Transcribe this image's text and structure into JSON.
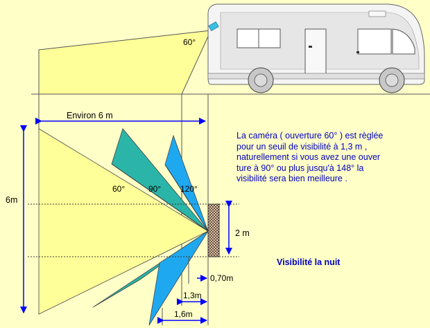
{
  "labels": {
    "top_angle": "60°",
    "distance": "Environ 6 m",
    "width": "6m",
    "angle_60": "60°",
    "angle_90": "90°",
    "angle_120": "120°",
    "obstacle_height": "2 m",
    "offset_070": "0,70m",
    "offset_13": "1,3m",
    "offset_16": "1,6m"
  },
  "caption": {
    "text": "La caméra ( ouverture 60° ) est règlée\npour un seuil de visibilité à 1,3 m ,\nnaturellement si vous avez une ouver\nture à 90° ou plus jusqu'à 148° la\n visibilité sera bien meilleure ."
  },
  "night_title": "Visibilité la nuit",
  "colors": {
    "background": "#ffffc8",
    "yellow_cone": "#ffff99",
    "teal_cone": "#2ab5a8",
    "blue_cone": "#1ea8f0",
    "arrow_blue": "#0000ff",
    "text_blue": "#0000c0",
    "vehicle_body": "#f4f4f4",
    "wheel": "#c8c8c8"
  },
  "icons": [
    "camera-icon",
    "motorhome-icon"
  ]
}
